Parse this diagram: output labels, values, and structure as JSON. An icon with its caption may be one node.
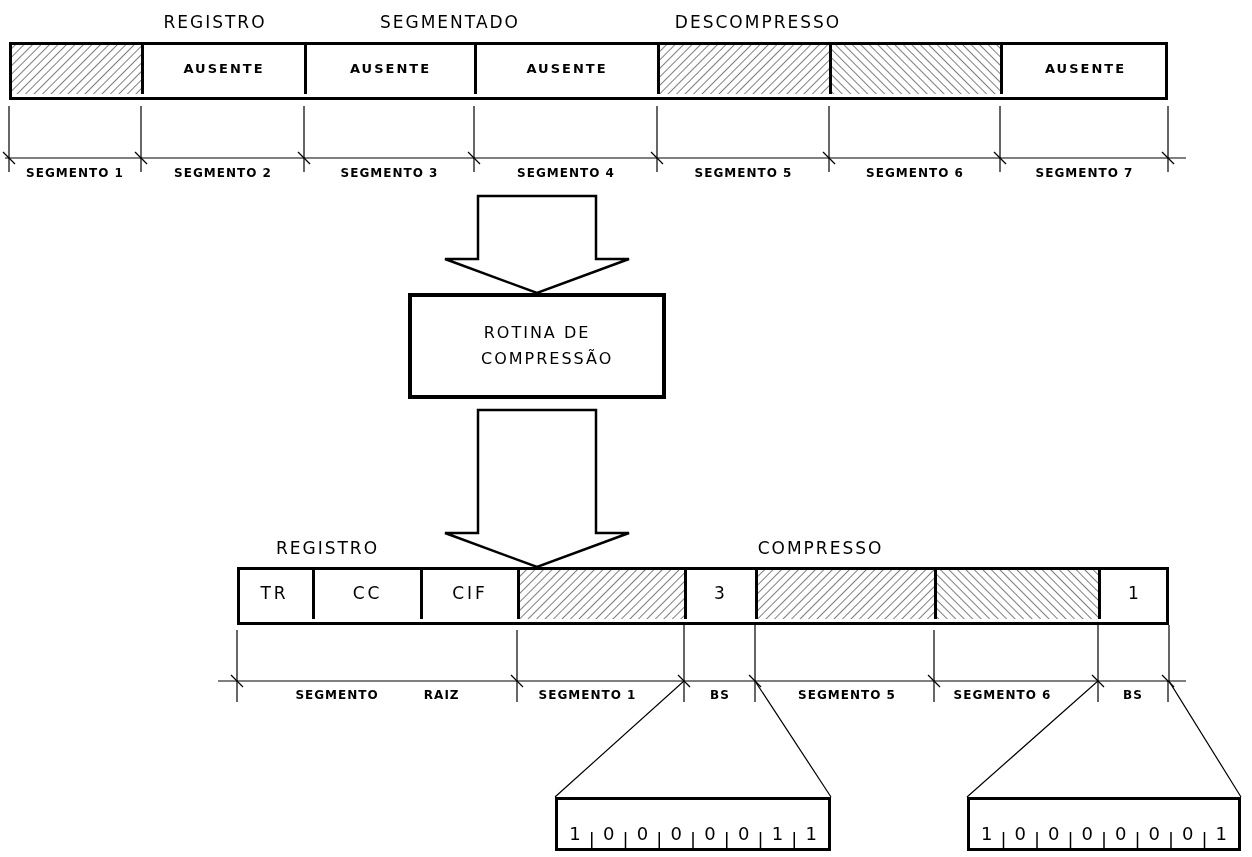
{
  "diagram": {
    "nodes": [
      {
        "text": [],
        "shape": "bar"
      },
      {
        "text": [],
        "shape": "box",
        "in": 0
      },
      {
        "text": [
          "AUSENTE"
        ],
        "in": 0
      },
      {
        "text": [
          "AUSENTE"
        ],
        "in": 0
      },
      {
        "text": [
          "AUSENTE"
        ],
        "in": 0
      },
      {
        "text": [],
        "shape": "box",
        "in": 0
      },
      {
        "text": [],
        "shape": "box",
        "in": 0
      },
      {
        "text": [
          "AUSENTE"
        ],
        "in": 0
      },
      {
        "text": [
          "ROTINA DE COMPRESSÃO"
        ]
      },
      {
        "text": [],
        "shape": "bar"
      },
      {
        "text": [
          "TR"
        ],
        "in": 9
      },
      {
        "text": [
          "CC"
        ],
        "in": 9
      },
      {
        "text": [
          "CIF"
        ],
        "in": 9
      },
      {
        "text": [],
        "shape": "box",
        "in": 9
      },
      {
        "text": [
          "3"
        ],
        "in": 9
      },
      {
        "text": [],
        "shape": "box",
        "in": 9
      },
      {
        "text": [],
        "shape": "box",
        "in": 9
      },
      {
        "text": [
          "1"
        ],
        "in": 9
      },
      {
        "text": [
          "1",
          "0",
          "0",
          "0",
          "0",
          "0",
          "1",
          "1"
        ]
      },
      {
        "text": [
          "1",
          "0",
          "0",
          "0",
          "0",
          "0",
          "0",
          "1"
        ]
      }
    ],
    "edges": [
      {
        "from": 0,
        "to": 8,
        "arrow": "to",
        "style": "thick"
      },
      {
        "from": 8,
        "to": 9,
        "arrow": "to",
        "style": "thick"
      },
      {
        "from": 14,
        "to": 18,
        "arrow": "none"
      },
      {
        "from": 14,
        "to": 18,
        "arrow": "none"
      },
      {
        "from": 17,
        "to": 19,
        "arrow": "none"
      },
      {
        "from": 17,
        "to": 19,
        "arrow": "none"
      }
    ],
    "labels": [
      "REGISTRO",
      "SEGMENTADO",
      "DESCOMPRESSO",
      "SEGMENTO 1",
      "SEGMENTO 2",
      "SEGMENTO 3",
      "SEGMENTO 4",
      "SEGMENTO 5",
      "SEGMENTO 6",
      "SEGMENTO 7",
      "REGISTRO",
      "COMPRESSO",
      "SEGMENTO RAIZ",
      "SEGMENTO 1",
      "BS",
      "SEGMENTO 5",
      "SEGMENTO 6",
      "BS"
    ]
  }
}
